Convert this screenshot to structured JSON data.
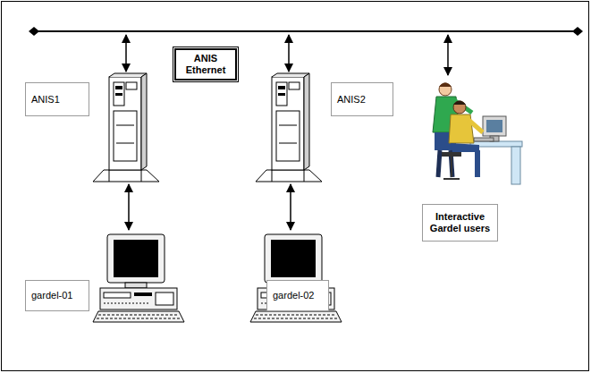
{
  "diagram": {
    "nodes": [
      {
        "text": [
          "ANIS Ethernet"
        ]
      },
      {
        "text": [
          "ANIS1"
        ]
      },
      {
        "text": [
          "ANIS2"
        ]
      },
      {
        "text": [
          "Interactive Gardel users"
        ]
      },
      {
        "text": [
          "gardel-01"
        ]
      },
      {
        "text": [
          "gardel-02"
        ]
      }
    ]
  }
}
